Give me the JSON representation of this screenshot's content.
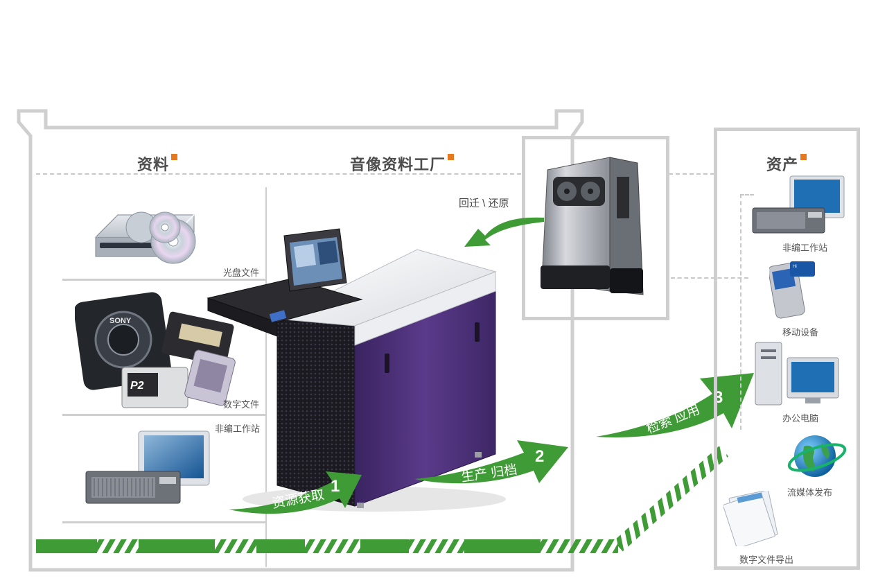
{
  "sections": {
    "materials": "资料",
    "factory": "音像资料工厂",
    "assets": "资产"
  },
  "materials": [
    {
      "label": "光盘文件",
      "icon": "disc-drive-icon"
    },
    {
      "label": "数字文件",
      "icon": "digital-media-icon"
    },
    {
      "label": "非编工作站",
      "icon": "editing-workstation-icon"
    }
  ],
  "restore_label": "回迁 \\ 还原",
  "steps": [
    {
      "label": "资源获取",
      "number": "1"
    },
    {
      "label": "生产 归档",
      "number": "2"
    },
    {
      "label": "检索 应用",
      "number": "3"
    }
  ],
  "assets": [
    {
      "label": "非编工作站",
      "icon": "editing-workstation-icon"
    },
    {
      "label": "移动设备",
      "icon": "mobile-phone-icon"
    },
    {
      "label": "办公电脑",
      "icon": "office-pc-icon"
    },
    {
      "label": "流媒体发布",
      "icon": "globe-icon"
    },
    {
      "label": "数字文件导出",
      "icon": "document-icon"
    }
  ],
  "colors": {
    "frame": "#cfcfcf",
    "accent": "#e8781e",
    "arrow": "#3f9b35",
    "cabinet": "#4b2f75"
  }
}
